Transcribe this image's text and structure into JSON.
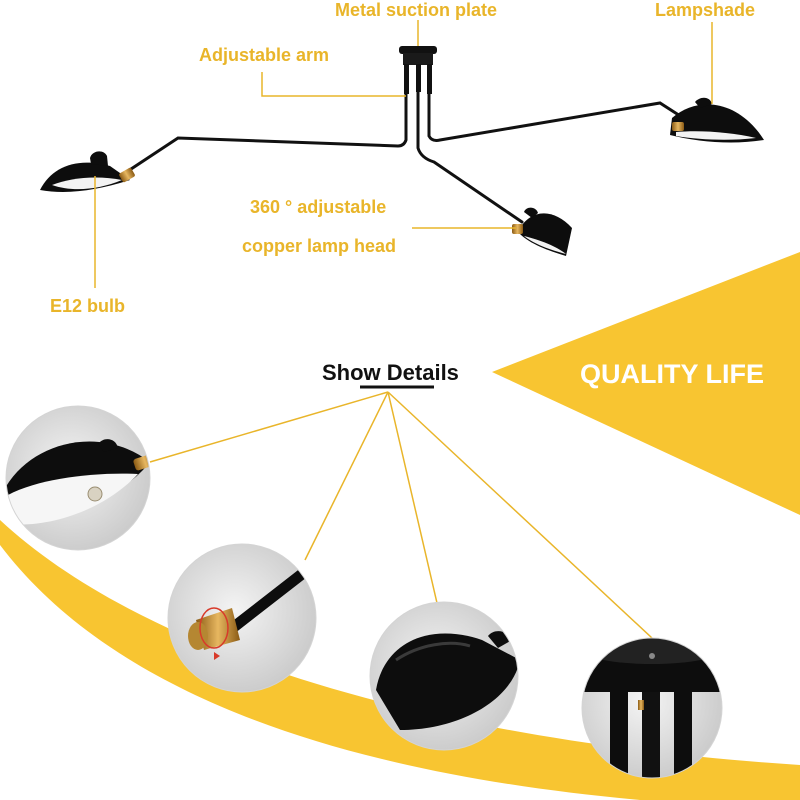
{
  "labels": {
    "metal_suction_plate": "Metal suction plate",
    "lampshade": "Lampshade",
    "adjustable_arm": "Adjustable arm",
    "lamp_head_line1": "360 ° adjustable",
    "lamp_head_line2": "copper lamp head",
    "bulb": "E12 bulb"
  },
  "details": {
    "heading": "Show Details",
    "banner": "QUALITY LIFE"
  },
  "colors": {
    "accent": "#e9b52a",
    "lamp_black": "#111111",
    "brass": "#c89a3e",
    "text_dark": "#111111"
  }
}
